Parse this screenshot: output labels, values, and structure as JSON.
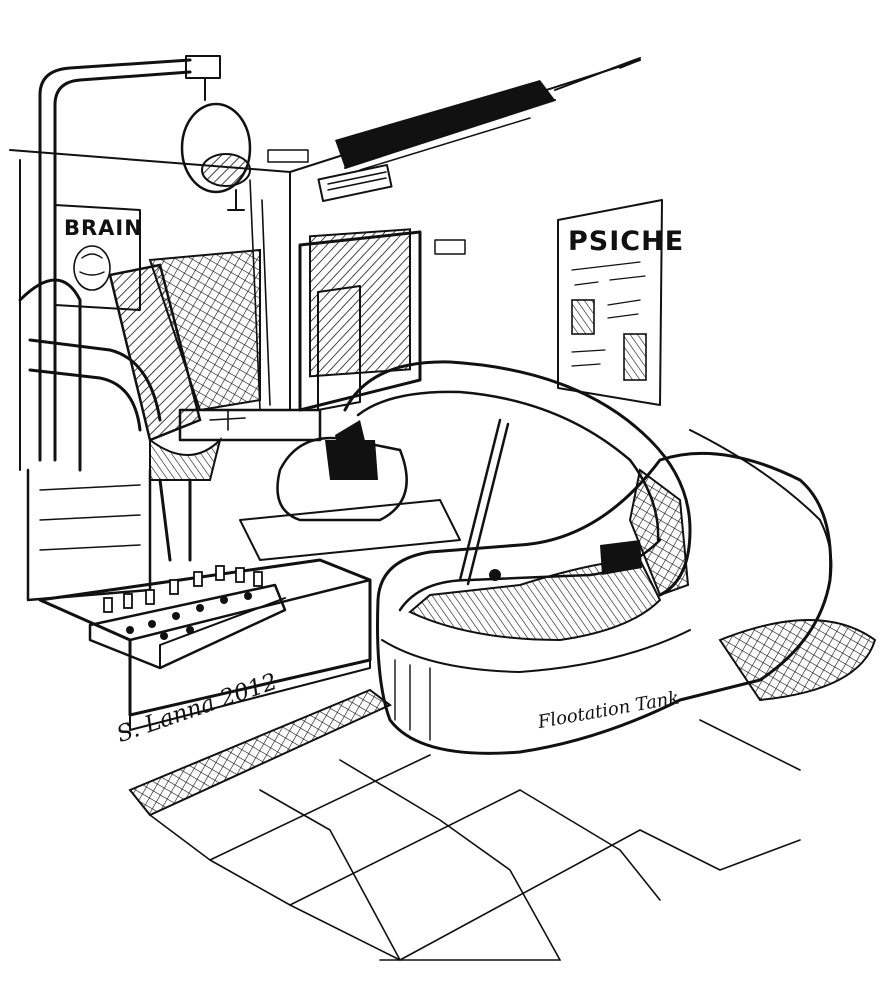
{
  "scene": {
    "brain_poster_title": "BRAIN",
    "psiche_poster_title": "PSICHE",
    "signature": "S. Lanna 2012",
    "tank_caption": "Flootation Tank"
  },
  "colors": {
    "ink": "#111111",
    "paper": "#ffffff"
  }
}
